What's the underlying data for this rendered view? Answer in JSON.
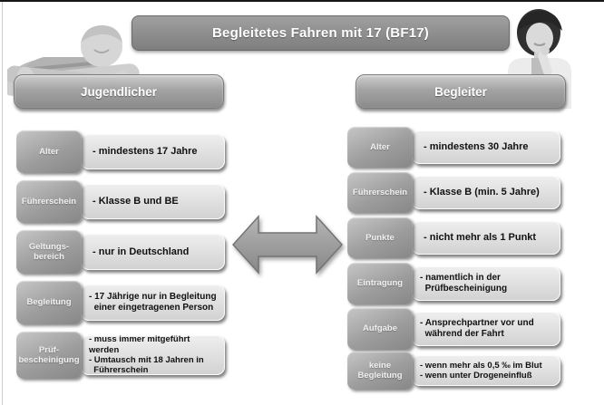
{
  "page": {
    "title": "Begleitetes Fahren mit 17 (BF17)"
  },
  "graphics": {
    "arrow_icon": "double-headed-horizontal-arrow",
    "left_photo": "young-man-with-crossed-arms-grayscale",
    "right_photo": "woman-hand-on-chin-grayscale"
  },
  "colors": {
    "top_line": "#161616",
    "title_bar": "#8d8d8d",
    "header_button": "#9d9d9d",
    "label_tag": "#9b9b9b",
    "info_box": "#dedede",
    "text_dark": "#111111",
    "text_light": "#ffffff"
  },
  "columns": {
    "left": {
      "header": "Jugendlicher",
      "rows": [
        {
          "label": "Alter",
          "text": "- mindestens 17 Jahre"
        },
        {
          "label": "Führerschein",
          "text": "- Klasse B und BE"
        },
        {
          "label": "Geltungs-\nbereich",
          "text": "- nur in Deutschland"
        },
        {
          "label": "Begleitung",
          "text": "- 17 Jährige nur in Begleitung\n  einer eingetragenen Person"
        },
        {
          "label": "Prüf-\nbescheinigung",
          "text": "- muss immer mitgeführt werden\n- Umtausch mit 18 Jahren in\n  Führerschein"
        }
      ]
    },
    "right": {
      "header": "Begleiter",
      "rows": [
        {
          "label": "Alter",
          "text": "- mindestens 30 Jahre"
        },
        {
          "label": "Führerschein",
          "text": "- Klasse B (min. 5 Jahre)"
        },
        {
          "label": "Punkte",
          "text": "- nicht mehr als 1 Punkt"
        },
        {
          "label": "Eintragung",
          "text": "- namentlich in der\n  Prüfbescheinigung"
        },
        {
          "label": "Aufgabe",
          "text": "- Ansprechpartner vor und\n  während der Fahrt"
        },
        {
          "label": "keine\nBegleitung",
          "text": "- wenn mehr als 0,5 ‰ im Blut\n- wenn unter Drogeneinfluß"
        }
      ]
    }
  }
}
